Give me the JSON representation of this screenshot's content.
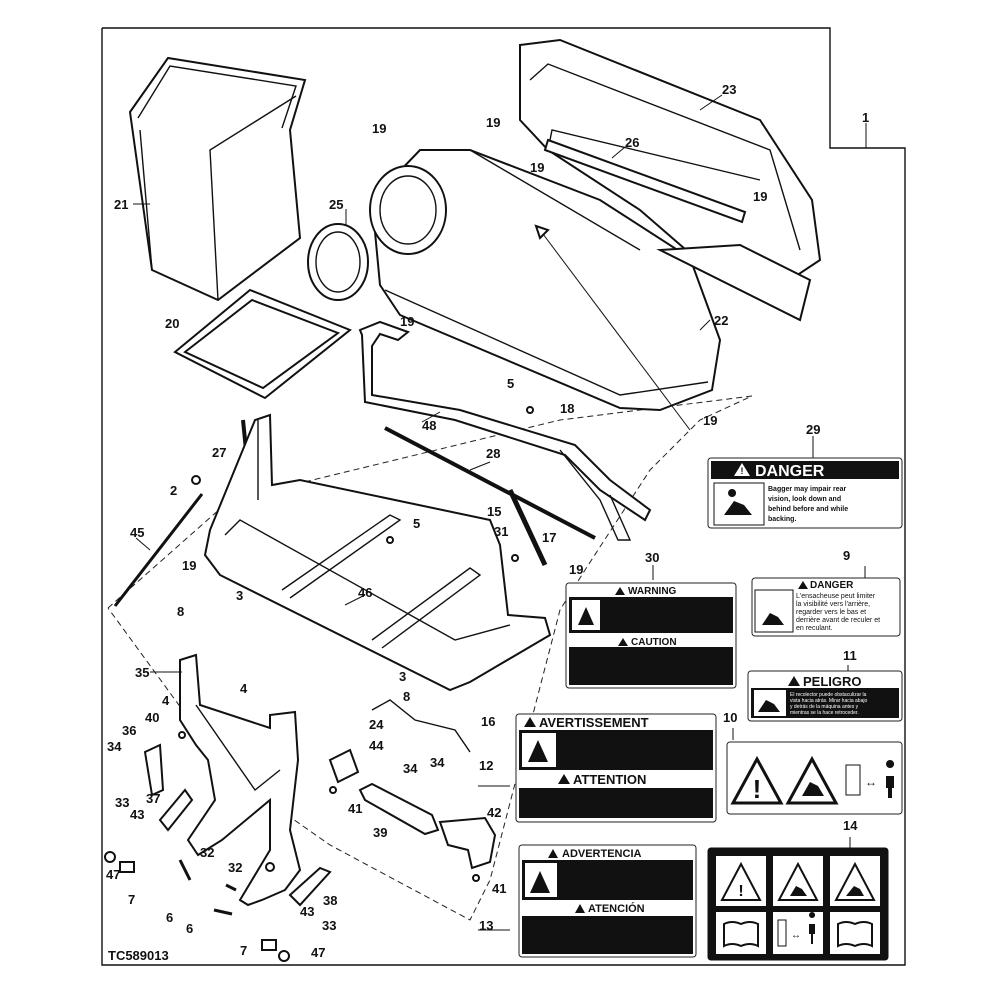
{
  "figure_id": "TC589013",
  "callouts": {
    "c1": "1",
    "c2": "2",
    "c3": "3",
    "c4": "4",
    "c5": "5",
    "c6": "6",
    "c7": "7",
    "c8": "8",
    "c9": "9",
    "c10": "10",
    "c11": "11",
    "c12": "12",
    "c13": "13",
    "c14": "14",
    "c15": "15",
    "c16": "16",
    "c17": "17",
    "c18": "18",
    "c19": "19",
    "c20": "20",
    "c21": "21",
    "c22": "22",
    "c23": "23",
    "c24": "24",
    "c25": "25",
    "c26": "26",
    "c27": "27",
    "c28": "28",
    "c29": "29",
    "c30": "30",
    "c31": "31",
    "c32": "32",
    "c33": "33",
    "c34": "34",
    "c35": "35",
    "c36": "36",
    "c37": "37",
    "c38": "38",
    "c39": "39",
    "c40": "40",
    "c41": "41",
    "c42": "42",
    "c43": "43",
    "c44": "44",
    "c45": "45",
    "c46": "46",
    "c47": "47",
    "c48": "48"
  },
  "decals": {
    "danger_29": {
      "header": "DANGER",
      "lines": [
        "Bagger may impair rear",
        "vision, look down and",
        "behind before and while",
        "backing."
      ]
    },
    "danger_9": {
      "header": "DANGER",
      "lines": [
        "L'ensacheuse peut limiter",
        "la visibilité vers l'arrière,",
        "regarder vers le bas et",
        "derrière avant de reculer et",
        "en reculant."
      ]
    },
    "warning_30": {
      "header": "WARNING",
      "caution_header": "CAUTION"
    },
    "peligro_11": {
      "header": "PELIGRO",
      "lines": [
        "El recolector puede obstaculizar la",
        "vista hacia atrás. Mirar hacia abajo",
        "y detrás de la máquina antes y",
        "mientras se la hace retroceder."
      ]
    },
    "avertissement_12": {
      "header": "AVERTISSEMENT",
      "attention_header": "ATTENTION"
    },
    "advertencia_13": {
      "header": "ADVERTENCIA",
      "atencion_header": "ATENCIÓN"
    }
  },
  "icons": [
    "warning-triangle-icon",
    "operator-seat-icon",
    "operator-manual-icon",
    "person-arrow-icon"
  ]
}
